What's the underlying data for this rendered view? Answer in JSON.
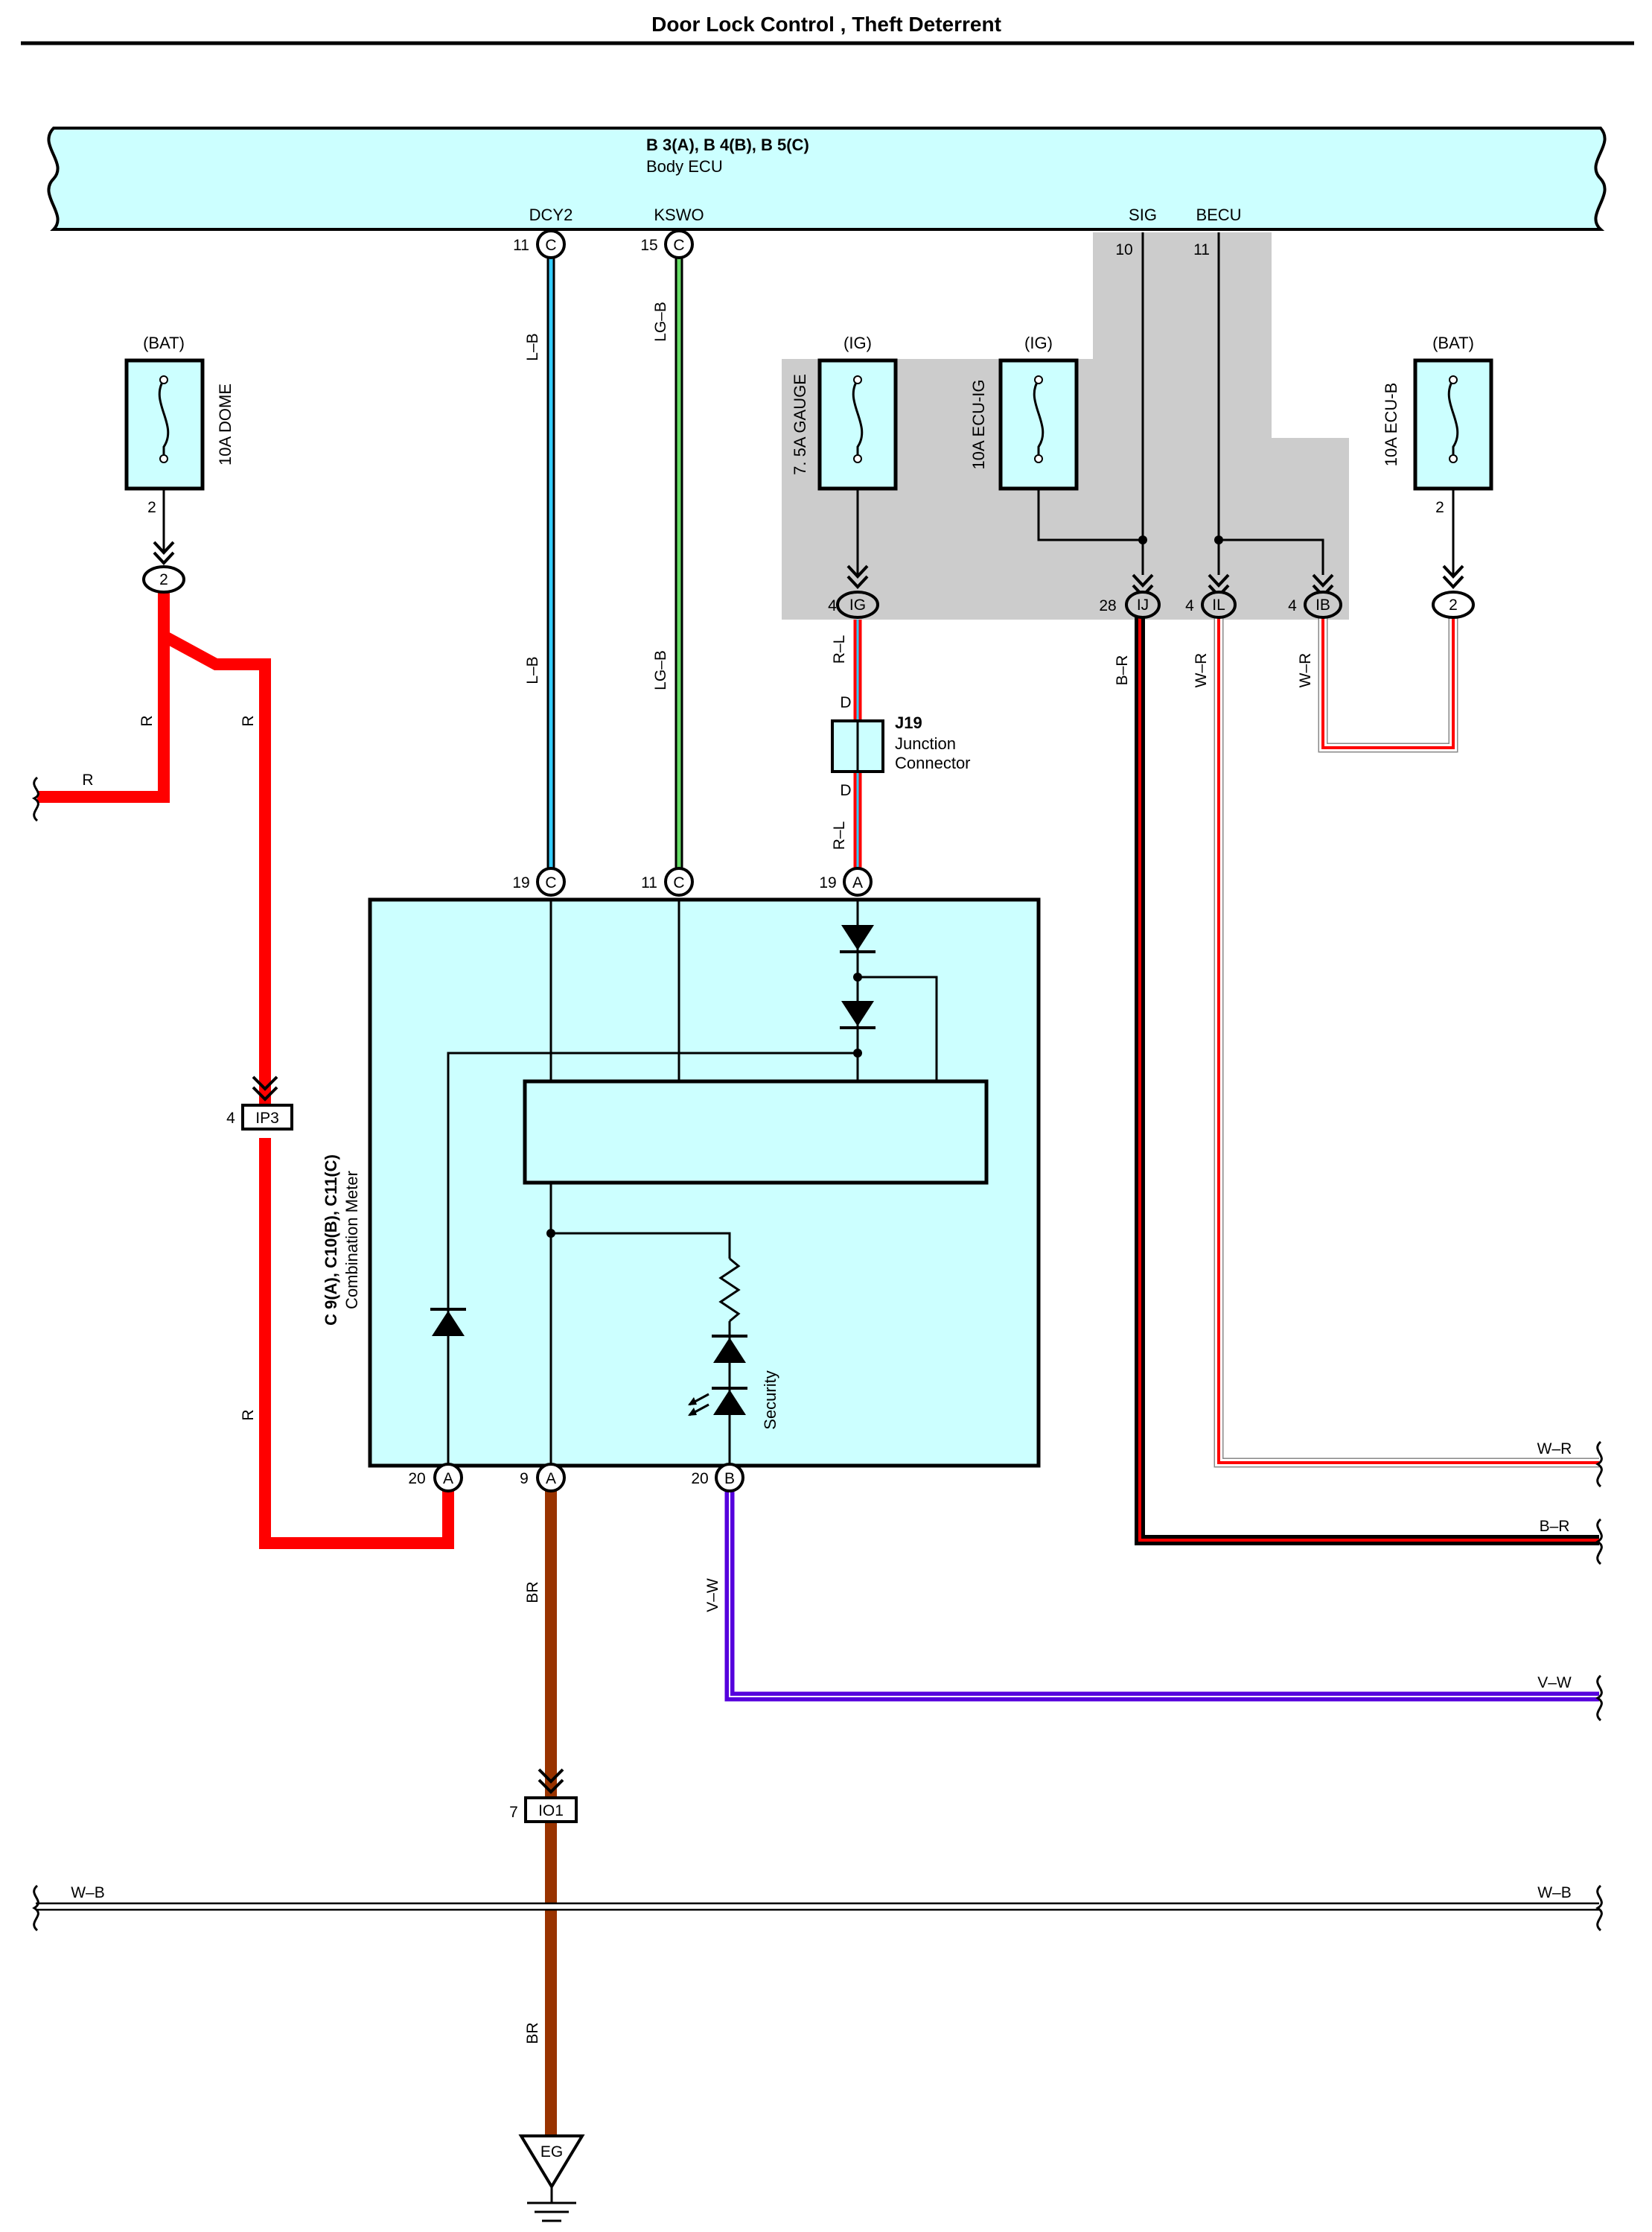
{
  "title": "Door Lock Control , Theft Deterrent",
  "body_ecu": {
    "connectors": "B 3(A), B 4(B), B 5(C)",
    "name": "Body ECU",
    "terminals": {
      "dcy2": {
        "name": "DCY2",
        "pin": "11",
        "conn": "C"
      },
      "kswo": {
        "name": "KSWO",
        "pin": "15",
        "conn": "C"
      },
      "sig": {
        "name": "SIG",
        "pin": "10"
      },
      "becu": {
        "name": "BECU",
        "pin": "11"
      }
    }
  },
  "fuses": {
    "dome": {
      "source": "(BAT)",
      "name": "10A DOME",
      "pin": "2",
      "conn": "2"
    },
    "gauge": {
      "source": "(IG)",
      "name": "7. 5A GAUGE"
    },
    "ecu_ig": {
      "source": "(IG)",
      "name": "10A ECU-IG"
    },
    "ecu_b": {
      "source": "(BAT)",
      "name": "10A ECU-B",
      "pin": "2",
      "conn": "2"
    }
  },
  "jb_connectors": {
    "ig": {
      "pin": "4",
      "name": "IG"
    },
    "ij": {
      "pin": "28",
      "name": "IJ"
    },
    "il": {
      "pin": "4",
      "name": "IL"
    },
    "ib": {
      "pin": "4",
      "name": "IB"
    }
  },
  "junction": {
    "id": "J19",
    "name1": "Junction",
    "name2": "Connector",
    "pin_top": "D",
    "pin_bottom": "D"
  },
  "combination_meter": {
    "connectors": "C 9(A), C10(B), C11(C)",
    "name": "Combination Meter",
    "indicator": "Security",
    "top_pins": [
      {
        "pin": "19",
        "conn": "C"
      },
      {
        "pin": "11",
        "conn": "C"
      },
      {
        "pin": "19",
        "conn": "A"
      }
    ],
    "bottom_pins": [
      {
        "pin": "20",
        "conn": "A"
      },
      {
        "pin": "9",
        "conn": "A"
      },
      {
        "pin": "20",
        "conn": "B"
      }
    ]
  },
  "inline_connectors": {
    "ip3": {
      "pin": "4",
      "name": "IP3"
    },
    "io1": {
      "pin": "7",
      "name": "IO1"
    }
  },
  "ground": {
    "name": "EG"
  },
  "wire_colors": {
    "r": "R",
    "lb": "L–B",
    "lgb": "LG–B",
    "rl": "R–L",
    "br_wire": "B–R",
    "wr": "W–R",
    "br": "BR",
    "vw": "V–W",
    "wb": "W–B"
  },
  "colors": {
    "panel": "#ccffff",
    "shade": "#cccccc",
    "red": "#ff0000",
    "cyan": "#33ccff",
    "green": "#66dd66",
    "brown": "#993300",
    "violet": "#5500dd"
  }
}
